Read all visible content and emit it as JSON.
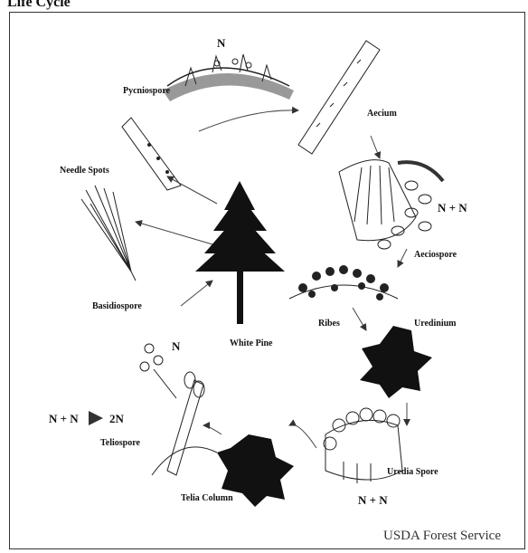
{
  "header": {
    "title_fragment": "Life Cycle"
  },
  "stages": {
    "pycniospore": "Pycniospore",
    "aecium": "Aecium",
    "aeciospore": "Aeciospore",
    "ribes": "Ribes",
    "uredinium": "Uredinium",
    "uredia_spore": "Uredia Spore",
    "telia_column": "Telia Column",
    "teliospore": "Teliospore",
    "basidiospore": "Basidiospore",
    "needle_spots": "Needle Spots",
    "white_pine": "White Pine"
  },
  "ploidy": {
    "top": "N",
    "aecium": "N + N",
    "uredia": "N + N",
    "basidio": "N",
    "fusion": "N + N",
    "fusion_result": "2N"
  },
  "credit": "USDA Forest Service"
}
